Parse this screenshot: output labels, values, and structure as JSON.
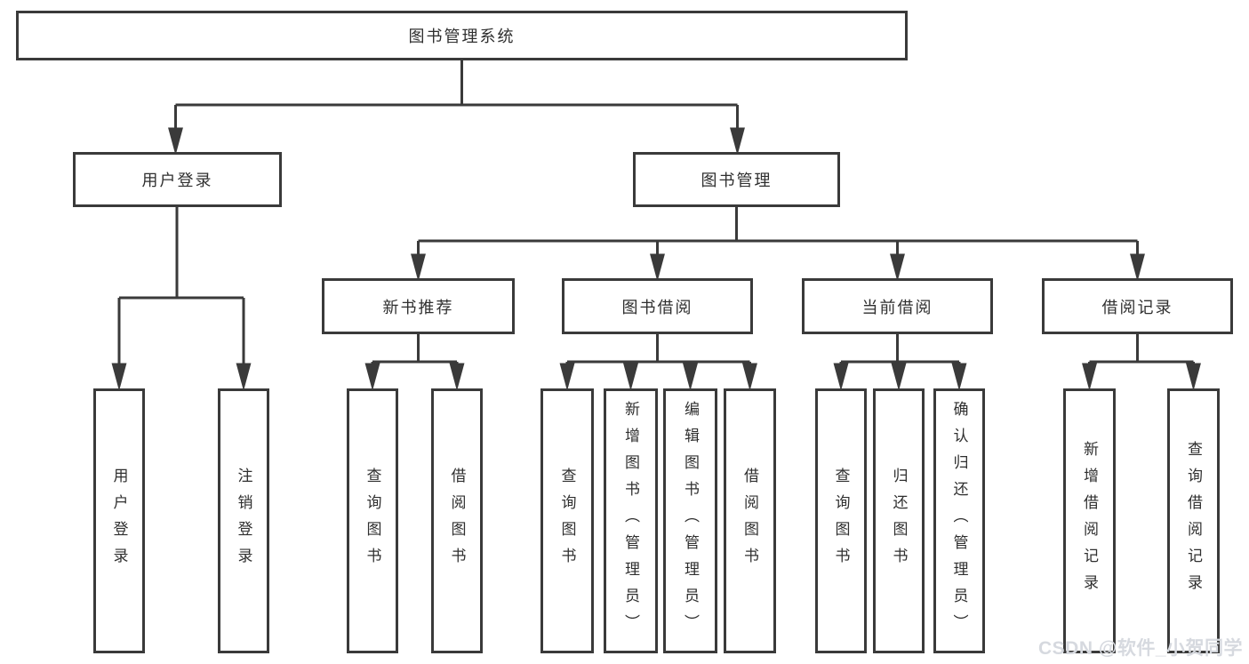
{
  "diagram": {
    "root": "图书管理系统",
    "level1": [
      {
        "label": "用户登录",
        "children": [
          "用户登录",
          "注销登录"
        ]
      },
      {
        "label": "图书管理"
      }
    ],
    "level2": [
      {
        "label": "新书推荐",
        "children": [
          "查询图书",
          "借阅图书"
        ]
      },
      {
        "label": "图书借阅",
        "children": [
          "查询图书",
          "新增图书（管理员）",
          "编辑图书（管理员）",
          "借阅图书"
        ]
      },
      {
        "label": "当前借阅",
        "children": [
          "查询图书",
          "归还图书",
          "确认归还（管理员）"
        ]
      },
      {
        "label": "借阅记录",
        "children": [
          "新增借阅记录",
          "查询借阅记录"
        ]
      }
    ]
  },
  "watermark": {
    "text": "CSDN @软件_小贺同学"
  },
  "colors": {
    "line": "#3a3a3a",
    "text": "#2f2f2f",
    "background": "#ffffff",
    "watermark": "#d6d9df"
  }
}
